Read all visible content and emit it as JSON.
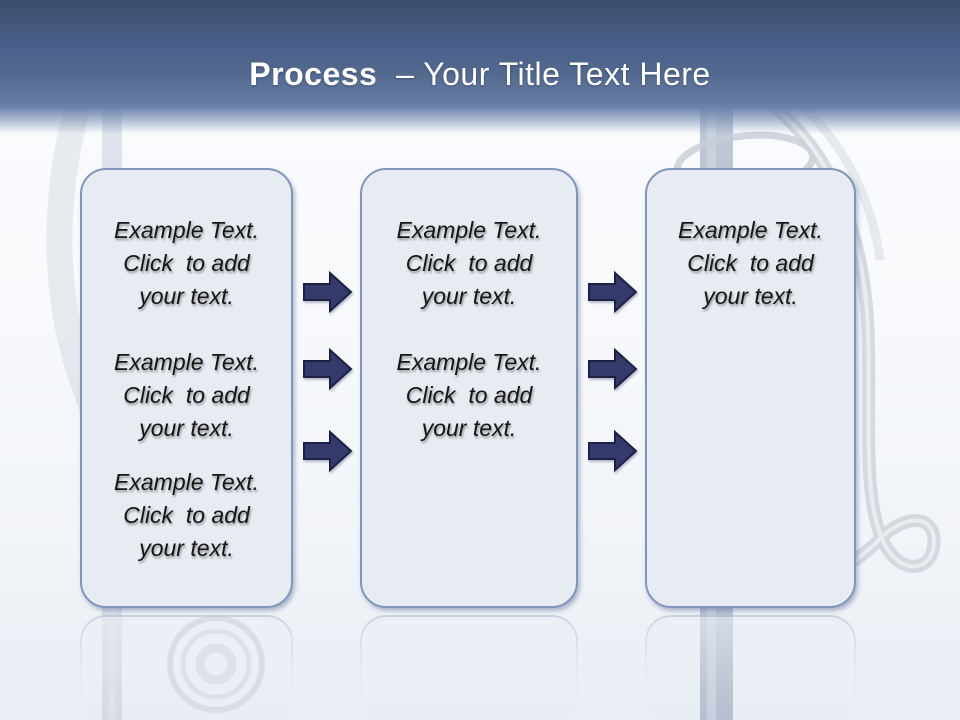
{
  "slide": {
    "title": {
      "bold": "Process",
      "rest": "  – Your Title Text Here"
    }
  },
  "boxes": [
    {
      "name": "step-1",
      "blocks": [
        {
          "lines": [
            "Example Text.",
            "Click  to add",
            "your text."
          ]
        },
        {
          "lines": [
            "Example Text.",
            "Click  to add",
            "your text."
          ]
        },
        {
          "lines": [
            "Example Text.",
            "Click  to add",
            "your text."
          ]
        }
      ]
    },
    {
      "name": "step-2",
      "blocks": [
        {
          "lines": [
            "Example Text.",
            "Click  to add",
            "your text."
          ]
        },
        {
          "lines": [
            "Example Text.",
            "Click  to add",
            "your text."
          ]
        }
      ]
    },
    {
      "name": "step-3",
      "blocks": [
        {
          "lines": [
            "Example Text.",
            "Click  to add",
            "your text."
          ]
        }
      ]
    }
  ],
  "arrows": {
    "columns": 2,
    "arrows_per_column": 3,
    "direction": "right"
  },
  "background": {
    "motif": "stethoscope watermark with bottom reflections"
  },
  "colors": {
    "header_top": "#3c4e6b",
    "header_bottom": "#6b83aa",
    "title_text": "#ffffff",
    "box_fill": "#e7ebf2",
    "box_border": "#8295ba",
    "arrow_fill": "#343a6b",
    "arrow_outline": "#1c2144",
    "body_text": "#161616"
  }
}
